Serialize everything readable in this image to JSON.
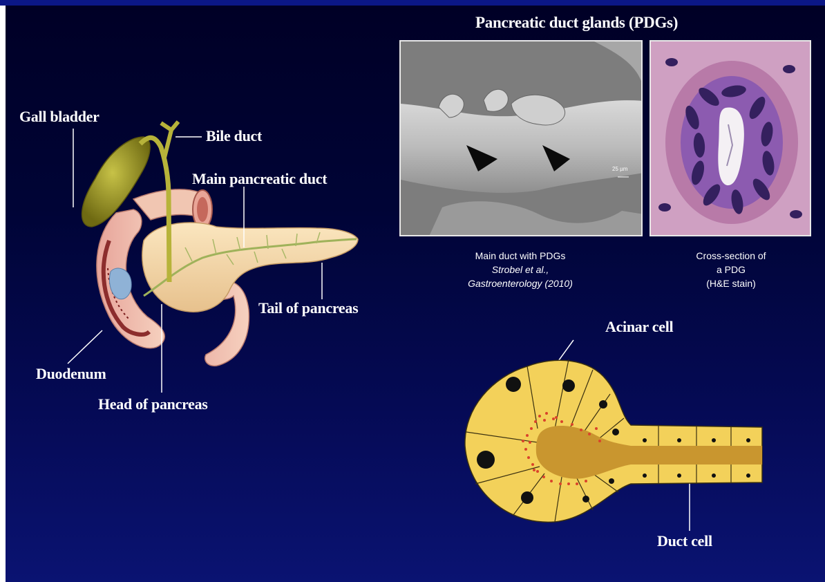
{
  "title": "Pancreatic duct glands (PDGs)",
  "anatomy_labels": {
    "gall_bladder": "Gall bladder",
    "bile_duct": "Bile duct",
    "main_pancreatic_duct": "Main pancreatic duct",
    "tail_of_pancreas": "Tail of pancreas",
    "duodenum": "Duodenum",
    "head_of_pancreas": "Head of pancreas"
  },
  "micrographs": {
    "sem": {
      "scale_bar": "25 µm",
      "caption_line1": "Main duct with PDGs",
      "caption_line2": "Strobel et al.,",
      "caption_line3": "Gastroenterology",
      "caption_year": "(2010)"
    },
    "histology": {
      "caption_line1": "Cross-section  of",
      "caption_line2": "a PDG",
      "caption_line3": "(H&E stain)"
    }
  },
  "acinus_labels": {
    "acinar_cell": "Acinar cell",
    "duct_cell": "Duct cell"
  },
  "colors": {
    "background": "#02073f",
    "cell_fill": "#f3d15a",
    "lumen_fill": "#c9962f",
    "granule": "#d9432b"
  }
}
